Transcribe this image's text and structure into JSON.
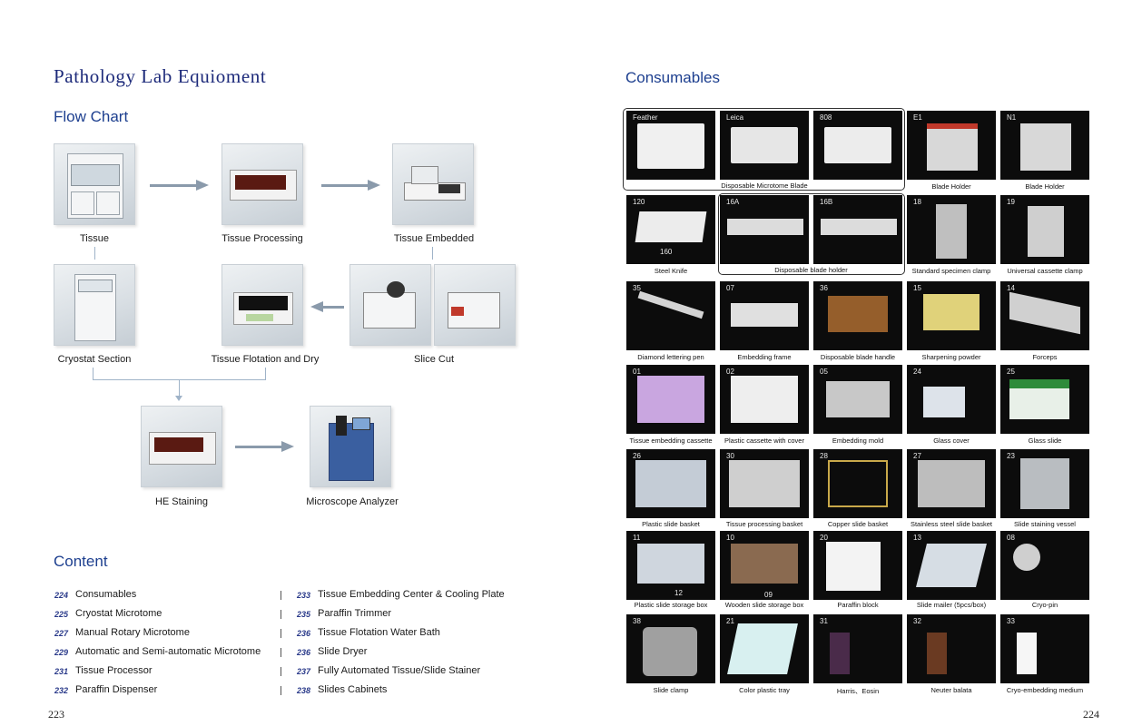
{
  "left_page": {
    "title": "Pathology Lab Equioment",
    "flow_chart": {
      "heading": "Flow Chart",
      "steps": [
        "Tissue",
        "Tissue Processing",
        "Tissue Embedded",
        "Cryostat Section",
        "Tissue Flotation and Dry",
        "Slice Cut",
        "HE Staining",
        "Microscope Analyzer"
      ]
    },
    "content": {
      "heading": "Content",
      "left_items": [
        {
          "page": "224",
          "text": "Consumables"
        },
        {
          "page": "225",
          "text": "Cryostat Microtome"
        },
        {
          "page": "227",
          "text": "Manual Rotary Microtome"
        },
        {
          "page": "229",
          "text": "Automatic and Semi-automatic Microtome"
        },
        {
          "page": "231",
          "text": "Tissue Processor"
        },
        {
          "page": "232",
          "text": "Paraffin Dispenser"
        }
      ],
      "right_items": [
        {
          "page": "233",
          "text": "Tissue Embedding Center & Cooling Plate"
        },
        {
          "page": "235",
          "text": "Paraffin Trimmer"
        },
        {
          "page": "236",
          "text": "Tissue Flotation Water Bath"
        },
        {
          "page": "236",
          "text": "Slide Dryer"
        },
        {
          "page": "237",
          "text": "Fully Automated Tissue/Slide Stainer"
        },
        {
          "page": "238",
          "text": "Slides Cabinets"
        }
      ]
    },
    "page_number": "223"
  },
  "right_page": {
    "heading": "Consumables",
    "page_number": "224",
    "group_captions": [
      "Disposable Microtome Blade",
      "Disposable blade holder"
    ],
    "tiles": [
      [
        "Feather",
        ""
      ],
      [
        "Leica",
        ""
      ],
      [
        "808",
        ""
      ],
      [
        "E1",
        "Blade Holder"
      ],
      [
        "N1",
        "Blade Holder"
      ],
      [
        "120",
        "Steel Knife"
      ],
      [
        "16A",
        ""
      ],
      [
        "16B",
        ""
      ],
      [
        "18",
        "Standard specimen clamp"
      ],
      [
        "19",
        "Universal cassette clamp"
      ],
      [
        "35",
        "Diamond lettering pen"
      ],
      [
        "07",
        "Embedding frame"
      ],
      [
        "36",
        "Disposable blade handle"
      ],
      [
        "15",
        "Sharpening powder"
      ],
      [
        "14",
        "Forceps"
      ],
      [
        "01",
        "Tissue embedding cassette"
      ],
      [
        "02",
        "Plastic cassette with cover"
      ],
      [
        "05",
        "Embedding mold"
      ],
      [
        "24",
        "Glass cover"
      ],
      [
        "25",
        "Glass slide"
      ],
      [
        "26",
        "Plastic slide basket"
      ],
      [
        "30",
        "Tissue processing basket"
      ],
      [
        "28",
        "Copper slide basket"
      ],
      [
        "27",
        "Stainless steel slide basket"
      ],
      [
        "23",
        "Slide staining vessel"
      ],
      [
        "11",
        "Plastic slide storage box"
      ],
      [
        "10",
        "Wooden slide storage box"
      ],
      [
        "20",
        "Paraffin block"
      ],
      [
        "13",
        "Slide mailer (5pcs/box)"
      ],
      [
        "08",
        "Cryo-pin"
      ],
      [
        "38",
        "Slide clamp"
      ],
      [
        "21",
        "Color plastic tray"
      ],
      [
        "31",
        "Harris、Eosin"
      ],
      [
        "32",
        "Neuter balata"
      ],
      [
        "33",
        "Cryo-embedding medium"
      ]
    ],
    "secondary_codes": {
      "steel_knife": "160",
      "plastic_storage": "12",
      "wooden_storage": "09"
    }
  }
}
